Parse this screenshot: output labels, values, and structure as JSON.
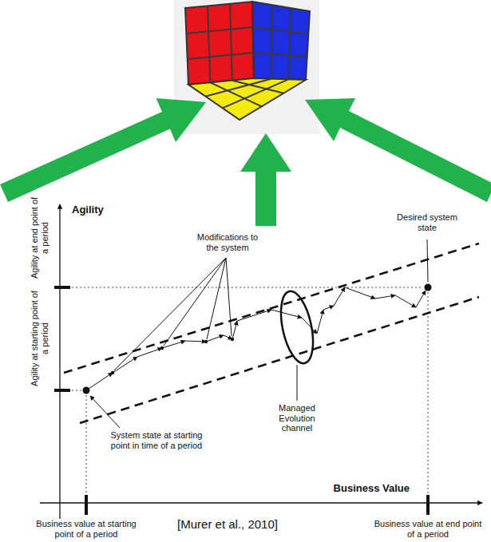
{
  "diagram": {
    "caption": "[Murer et al., 2010]",
    "labels": [
      "Agility",
      "Modifications to the system",
      "Desired system state",
      "Agility at end point of a period",
      "Agility at starting point of a period",
      "Managed Evolution channel",
      "System state at starting point in time of a period",
      "Business Value",
      "Business value at starting point of a period",
      "Business value at end point of a period"
    ]
  }
}
